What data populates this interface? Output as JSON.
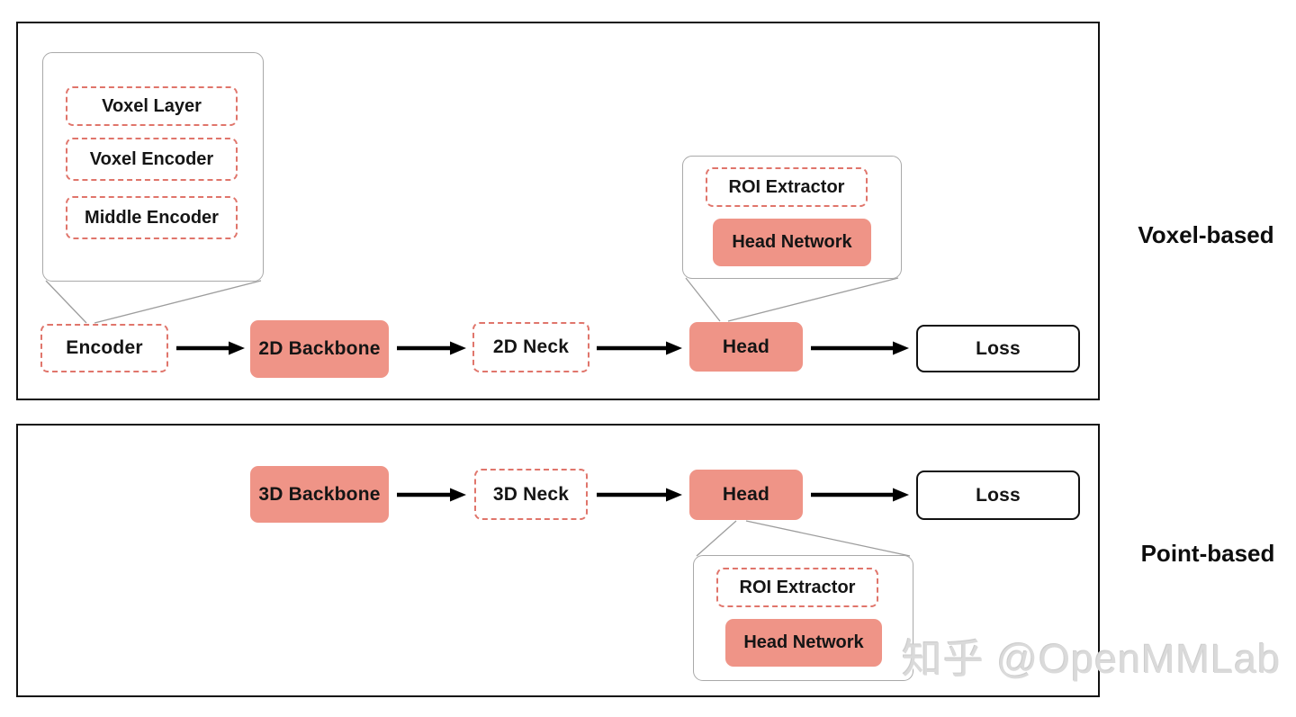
{
  "voxel_panel": {
    "label": "Voxel-based",
    "nodes": {
      "encoder": "Encoder",
      "backbone": "2D Backbone",
      "neck": "2D Neck",
      "head": "Head",
      "loss": "Loss"
    },
    "encoder_callout": {
      "voxel_layer": "Voxel Layer",
      "voxel_encoder": "Voxel Encoder",
      "middle_encoder": "Middle Encoder"
    },
    "head_callout": {
      "roi_extractor": "ROI Extractor",
      "head_network": "Head Network"
    }
  },
  "point_panel": {
    "label": "Point-based",
    "nodes": {
      "backbone": "3D Backbone",
      "neck": "3D Neck",
      "head": "Head",
      "loss": "Loss"
    },
    "head_callout": {
      "roi_extractor": "ROI Extractor",
      "head_network": "Head Network"
    }
  },
  "watermark": {
    "text": "知乎 @OpenMMLab"
  },
  "colors": {
    "node_fill": "#EF9487",
    "dashed_border": "#E0756B",
    "callout_border": "#A9A9A9",
    "panel_border": "#111111",
    "arrow": "#000000",
    "watermark_text": "#DADADA"
  }
}
